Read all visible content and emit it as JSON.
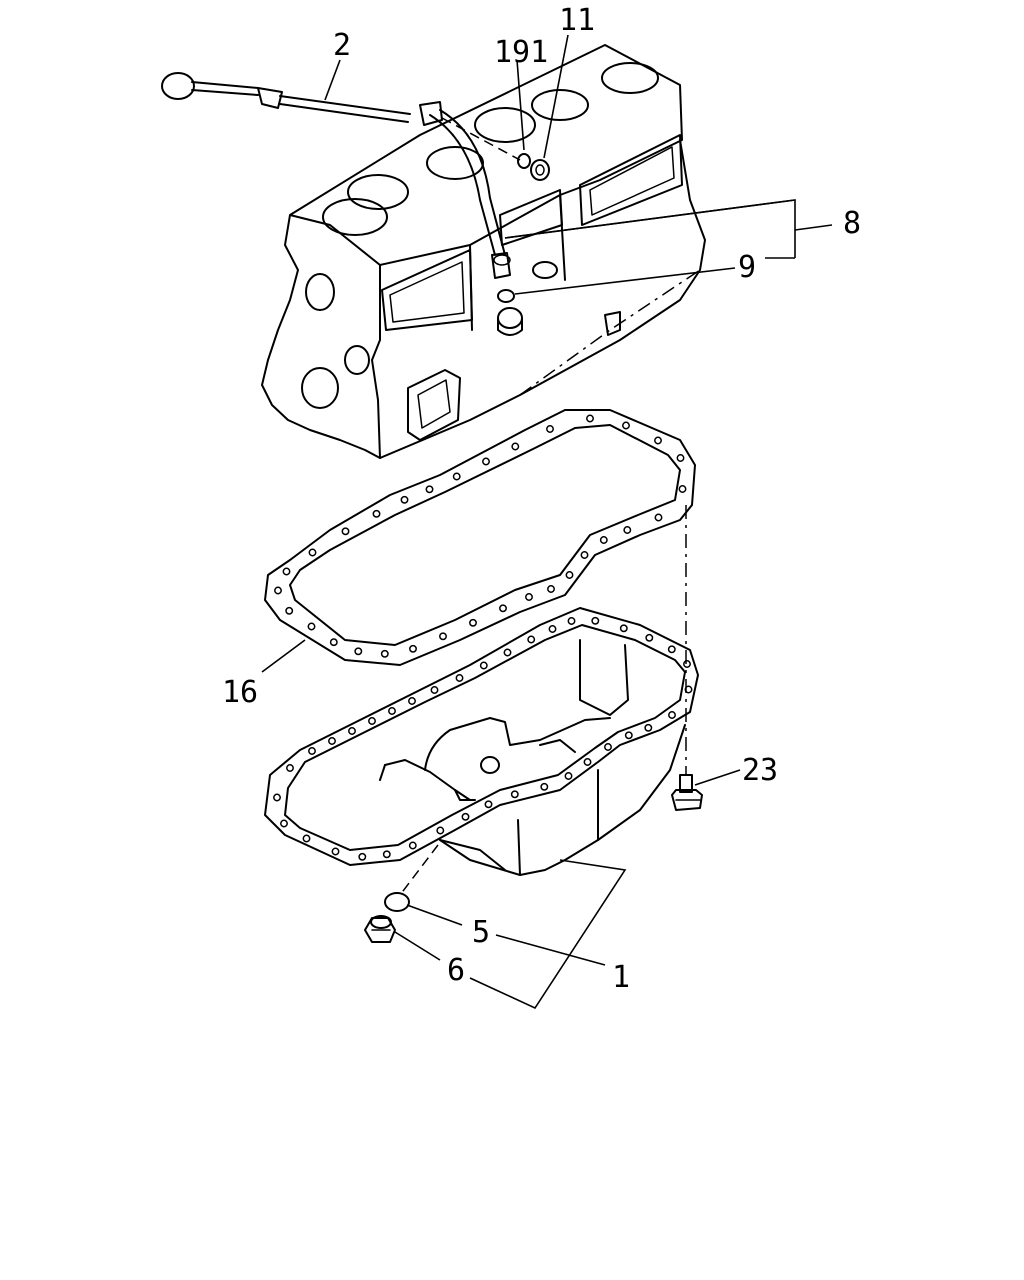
{
  "callouts": [
    {
      "id": "c2",
      "text": "2"
    },
    {
      "id": "c191",
      "text": "191"
    },
    {
      "id": "c11",
      "text": "11"
    },
    {
      "id": "c8",
      "text": "8"
    },
    {
      "id": "c9",
      "text": "9"
    },
    {
      "id": "c16",
      "text": "16"
    },
    {
      "id": "c23",
      "text": "23"
    },
    {
      "id": "c5",
      "text": "5"
    },
    {
      "id": "c1",
      "text": "1"
    },
    {
      "id": "c6",
      "text": "6"
    }
  ]
}
